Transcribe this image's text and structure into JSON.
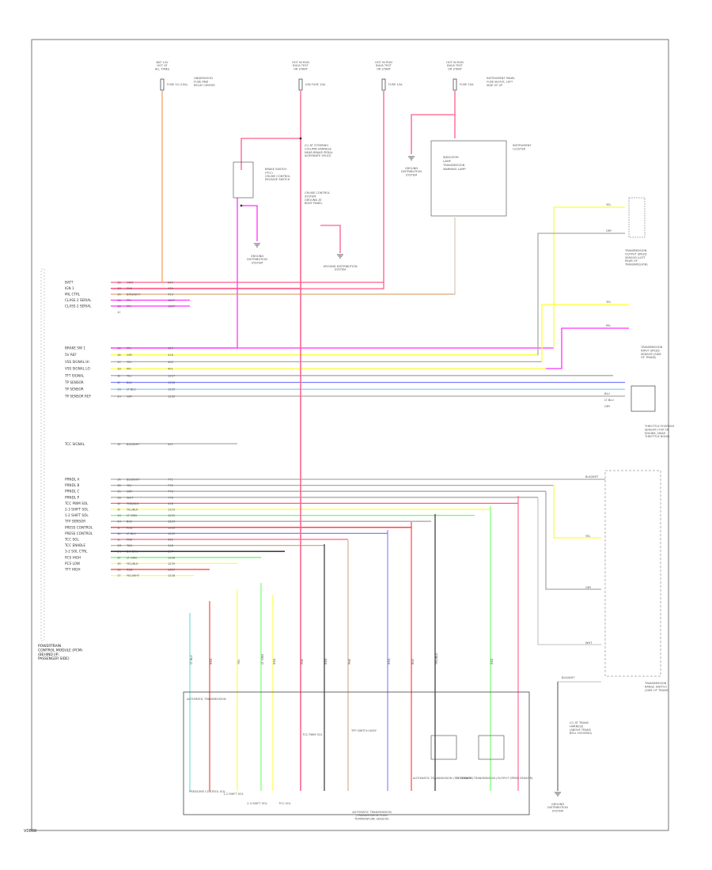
{
  "frame": {
    "figure_id": "V0808"
  },
  "top_sources": [
    {
      "id": "bat",
      "lines": [
        "BAT 12V",
        "HOT AT",
        "ALL TIMES"
      ],
      "fuse": "FUSE 10 (10A)",
      "note": [
        "UNDERHOOD",
        "FUSE AND",
        "RELAY CENTER"
      ]
    },
    {
      "id": "run1",
      "lines": [
        "HOT IN RUN",
        "BULB TEST",
        "OR START"
      ],
      "fuse": "IGN FUSE 10A",
      "note": []
    },
    {
      "id": "run2",
      "lines": [
        "HOT IN RUN",
        "BULB TEST",
        "OR START"
      ],
      "fuse": "FUSE 10A",
      "note": []
    },
    {
      "id": "run3",
      "lines": [
        "HOT IN RUN",
        "BULB TEST",
        "OR START"
      ],
      "fuse": "FUSE 10A",
      "note": [
        "INSTRUMENT PANEL",
        "FUSE BLOCK, LEFT",
        "SIDE OF I/P"
      ]
    }
  ],
  "center_notes": {
    "brake_switch": [
      "BRAKE SWITCH",
      "(TCC)",
      "CRUISE CONTROL",
      "RELEASE SWITCH"
    ],
    "splice": [
      "(C) AT STEERING",
      "COLUMN HARNESS",
      "NEAR BRAKE PEDAL",
      "ALTERNATE SPLICE"
    ],
    "cruise_ref": [
      "CRUISE CONTROL",
      "SYSTEM",
      "GROUND AT",
      "BODY PANEL"
    ],
    "ground_left": [
      "GROUND",
      "DISTRIBUTION",
      "SYSTEM"
    ],
    "ground_center": [
      "GROUND DISTRIBUTION",
      "SYSTEM"
    ],
    "ground_relay": [
      "GROUND",
      "DISTRIBUTION",
      "SYSTEM"
    ],
    "indicator": [
      "INDICATOR",
      "LAMP",
      "TRANSMISSION",
      "WARNING LAMP"
    ],
    "ip_cluster": [
      "INSTRUMENT",
      "CLUSTER"
    ]
  },
  "pcm": {
    "label": [
      "POWERTRAIN",
      "CONTROL MODULE (PCM)",
      "(BEHIND I/P,",
      "PASSENGER SIDE)"
    ],
    "group1": [
      {
        "name": "BATT",
        "pin": "1B",
        "wire": "ORN",
        "circ": "640"
      },
      {
        "name": "IGN 1",
        "pin": "1D",
        "wire": "PNK",
        "circ": "439"
      },
      {
        "name": "MIL CTRL",
        "pin": "1A",
        "wire": "BRN/WHT",
        "circ": "419"
      },
      {
        "name": "CLASS 2 SERIAL",
        "pin": "1A",
        "wire": "PPL",
        "circ": "1807"
      },
      {
        "name": "CLASS 2 SERIAL",
        "pin": "1B",
        "wire": "PPL",
        "circ": "1807"
      },
      {
        "name": "",
        "pin": "1C",
        "wire": "",
        "circ": ""
      }
    ],
    "group2": [
      {
        "name": "BRAKE SW 1",
        "pin": "1A",
        "wire": "PPL",
        "circ": "420"
      },
      {
        "name": "5V REF",
        "pin": "1B",
        "wire": "GRY",
        "circ": "416"
      },
      {
        "name": "VSS SIGNAL HI",
        "pin": "1C",
        "wire": "YEL",
        "circ": "400"
      },
      {
        "name": "VSS SIGNAL LO",
        "pin": "1D",
        "wire": "PPL",
        "circ": "401"
      },
      {
        "name": "TFT SIGNAL",
        "pin": "1E",
        "wire": "YEL",
        "circ": "1227"
      },
      {
        "name": "TP SENSOR",
        "pin": "1F",
        "wire": "BLU",
        "circ": "1228"
      },
      {
        "name": "TP SENSOR",
        "pin": "1G",
        "wire": "LT BLU",
        "circ": "1229"
      },
      {
        "name": "TP SENSOR REF",
        "pin": "1H",
        "wire": "GRY",
        "circ": "1230"
      }
    ],
    "kd_label": "TCC SIGNAL",
    "kd_row": {
      "pin": "1E",
      "wire": "BLK/WHT",
      "circ": "451"
    },
    "group3": [
      {
        "name": "PRNDL A",
        "pin": "1A",
        "wire": "BLK/WHT",
        "circ": "771"
      },
      {
        "name": "PRNDL B",
        "pin": "1B",
        "wire": "YEL",
        "circ": "772"
      },
      {
        "name": "PRNDL C",
        "pin": "1C",
        "wire": "GRY",
        "circ": "773"
      },
      {
        "name": "PRNDL P",
        "pin": "1D",
        "wire": "WHT",
        "circ": "776"
      },
      {
        "name": "TCC PWM SOL",
        "pin": "1E",
        "wire": "PNK/BLK",
        "circ": "418"
      },
      {
        "name": "2-3 SHIFT SOL",
        "pin": "1F",
        "wire": "YEL/BLK",
        "circ": "1223"
      },
      {
        "name": "1-2 SHIFT SOL",
        "pin": "1G",
        "wire": "LT GRN",
        "circ": "1222"
      },
      {
        "name": "TFP SENSOR",
        "pin": "1H",
        "wire": "BLK",
        "circ": "1224"
      },
      {
        "name": "PRESS CONTROL",
        "pin": "1J",
        "wire": "RED",
        "circ": "1228"
      },
      {
        "name": "PRESS CONTROL",
        "pin": "1K",
        "wire": "LT BLU",
        "circ": "1229"
      },
      {
        "name": "TCC SOL",
        "pin": "1L",
        "wire": "PNK",
        "circ": "422"
      },
      {
        "name": "TCC ENABLE",
        "pin": "1M",
        "wire": "TAN",
        "circ": "418"
      },
      {
        "name": "3-2 SOL CTRL",
        "pin": "1N",
        "wire": "DK GRN",
        "circ": "897"
      },
      {
        "name": "PCS HIGH",
        "pin": "1P",
        "wire": "LT GRN",
        "circ": "1228"
      },
      {
        "name": "PCS LOW",
        "pin": "1R",
        "wire": "YEL/BLK",
        "circ": "1229"
      },
      {
        "name": "TFT HIGH",
        "pin": "1S",
        "wire": "RED",
        "circ": "1227"
      },
      {
        "name": "",
        "pin": "1T",
        "wire": "YEL/WHT",
        "circ": "1228"
      }
    ]
  },
  "right_components": {
    "vss_top": {
      "wire": "YEL",
      "label": []
    },
    "vss_bottom": {
      "wire": "GRY",
      "label": [
        "TRANSMISSION",
        "OUTPUT SPEED",
        "SENSOR (LEFT",
        "REAR OF",
        "TRANSMISSION)"
      ]
    },
    "brake2": {
      "wires": [
        "YEL",
        "PPL"
      ],
      "label": [
        "TRANSMISSION",
        "INPUT SPEED",
        "SENSOR (SIDE",
        "OF TRANS)"
      ]
    },
    "tp_connector": {
      "wires": [
        "BLU",
        "LT BLU",
        "GRY"
      ],
      "label": [
        "THROTTLE POSITION",
        "SENSOR (TOP OF",
        "ENGINE, NEAR",
        "THROTTLE BODY)"
      ]
    },
    "range_switch": {
      "label": [
        "TRANSMISSION",
        "RANGE SWITCH",
        "(SIDE OF TRANS)"
      ],
      "wires": [
        "BLK/WHT",
        "YEL",
        "GRY",
        "WHT"
      ],
      "bottom_wire": "BLK/WHT"
    },
    "bottom_note": [
      "(C) AT TRANS",
      "HARNESS",
      "(ABOVE TRANS",
      "BELL HOUSING)"
    ],
    "bottom_ground": [
      "GROUND",
      "DISTRIBUTION",
      "SYSTEM"
    ]
  },
  "transmission": {
    "title": "AUTOMATIC TRANSMISSION",
    "label": [
      "AUTOMATIC TRANSMISSION",
      "(TRANSMISSION FLUID",
      "TEMPERATURE SENSOR)"
    ],
    "sub_labels": [
      "PRESSURE CONTROL SOL",
      "1-2 SHIFT SOL",
      "2-3 SHIFT SOL",
      "TCC SOL",
      "TCC PWM SOL",
      "TFP SWITCH ASSY",
      "AUTOMATIC TRANSMISSION (TFT SENSOR)",
      "AUTOMATIC TRANSMISSION (OUTPUT SPEED SENSOR)"
    ],
    "wire_codes": [
      "LT BLU",
      "RED",
      "YEL",
      "LT GRN",
      "RED",
      "PNK",
      "RED",
      "PNK",
      "RED",
      "BLK",
      "YEL/BLK",
      "RED"
    ]
  },
  "colors": {
    "orange": "#f4a460",
    "pink": "#ff5c8a",
    "magenta": "#ff33ff",
    "yellow": "#ffff33",
    "gray": "#aaaaaa",
    "dark_gray": "#666666",
    "blue": "#7f7fff",
    "light_blue": "#99ccff",
    "green": "#66ff66",
    "cyan": "#66dddd",
    "red": "#ff3333",
    "tan": "#ccaa88",
    "black": "#222222"
  }
}
